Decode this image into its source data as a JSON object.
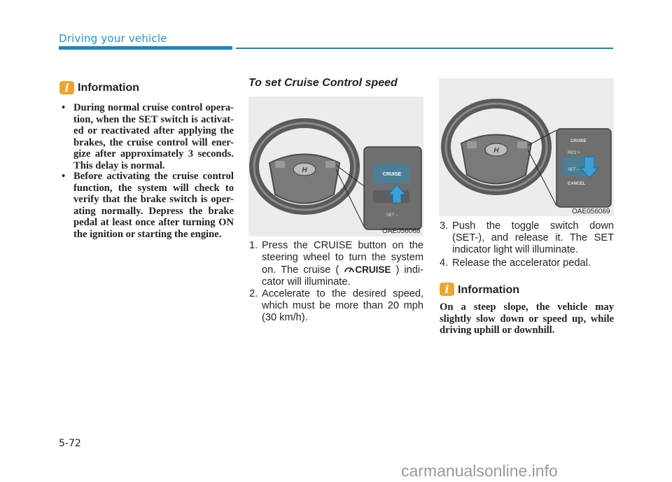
{
  "header": {
    "section_title": "Driving your vehicle"
  },
  "left_info": {
    "icon": "i",
    "heading": "Information",
    "bullets": [
      "During normal cruise control opera- tion, when the SET switch is activat- ed or reactivated after applying the brakes, the cruise control will ener- gize after approximately 3 seconds. This delay is normal.",
      "Before activating the cruise control function, the system will check to verify that the brake switch is oper- ating normally. Depress the brake pedal at least once after turning ON the ignition or starting the engine."
    ]
  },
  "middle": {
    "subheading": "To set Cruise Control speed",
    "figure_label": "OAE056068",
    "steps": [
      {
        "num": "1.",
        "text_before": "Press the CRUISE button on the steering wheel to turn the system on. The cruise (",
        "indicator": "CRUISE",
        "text_after": ") indi- cator will illuminate."
      },
      {
        "num": "2.",
        "text": "Accelerate to the desired speed, which must be more than 20 mph (30 km/h)."
      }
    ]
  },
  "right": {
    "figure_label": "OAE056069",
    "steps": [
      {
        "num": "3.",
        "text": "Push the toggle switch down (SET-), and release it. The SET indicator light will illuminate."
      },
      {
        "num": "4.",
        "text": "Release the accelerator pedal."
      }
    ],
    "info": {
      "icon": "i",
      "heading": "Information",
      "text": "On a steep slope, the vehicle may slightly slow down or speed up, while driving uphill or downhill."
    },
    "switch_labels": [
      "CRUISE",
      "RES +",
      "SET –",
      "CANCEL"
    ]
  },
  "figure1_switch_labels": [
    "CRUISE",
    "SET –"
  ],
  "footer": {
    "page_number": "5-72",
    "watermark": "carmanualsonline.info"
  },
  "colors": {
    "accent_blue": "#1a84c7",
    "info_orange": "#efa42a"
  }
}
